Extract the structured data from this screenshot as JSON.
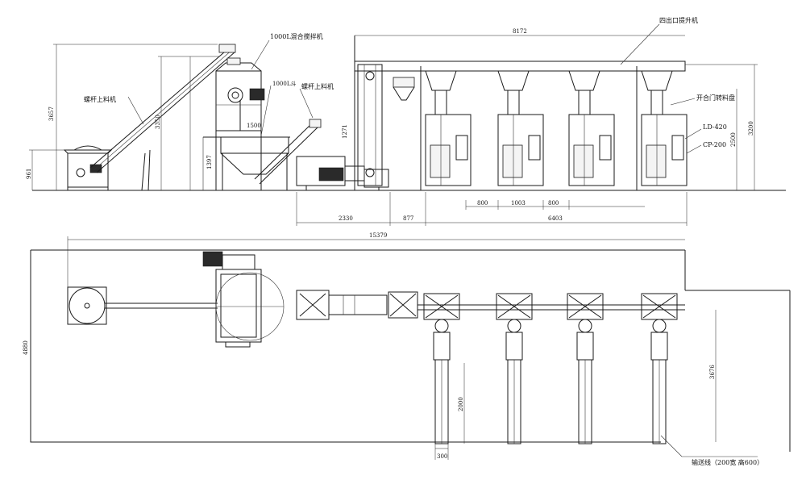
{
  "labels": {
    "mixer": "1000L混合搅拌机",
    "hopper": "1000L斗",
    "screw_left": "螺杆上料机",
    "screw_right": "螺杆上料机",
    "elevator": "四出口提升机",
    "tray": "开合门转料盘",
    "ld": "LD-420",
    "cp": "CP-200",
    "conveyor": "输送线（200宽 高600）"
  },
  "dims": {
    "d8172": "8172",
    "d3657": "3657",
    "d3350": "3350",
    "d961": "961",
    "d1397": "1397",
    "d1500": "1500",
    "d1271": "1271",
    "d3200": "3200",
    "d2500": "2500",
    "d2330": "2330",
    "d877": "877",
    "d800a": "800",
    "d1003": "1003",
    "d800b": "800",
    "d6403": "6403",
    "d15379": "15379",
    "d4880": "4880",
    "d3676": "3676",
    "d2000": "2000",
    "d300": "300"
  }
}
